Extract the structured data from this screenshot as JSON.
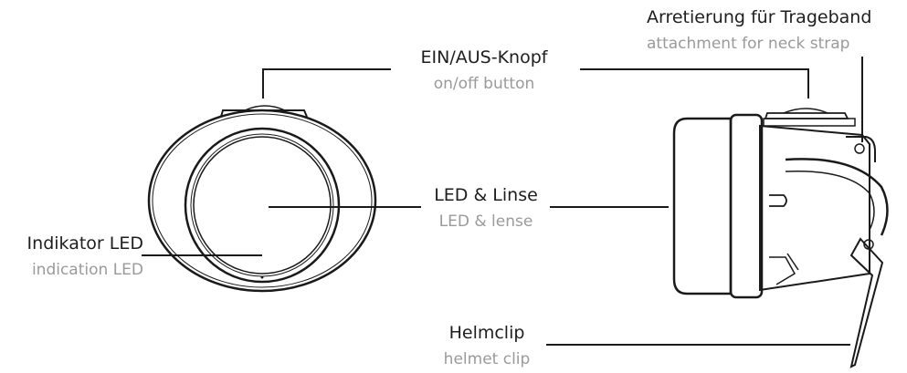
{
  "labels": {
    "strap": {
      "de": "Arretierung für Trageband",
      "en": "attachment for neck strap"
    },
    "button": {
      "de": "EIN/AUS-Knopf",
      "en": "on/off button"
    },
    "lens": {
      "de": "LED & Linse",
      "en": "LED & lense"
    },
    "indicator": {
      "de": "Indikator LED",
      "en": "indication LED"
    },
    "clip": {
      "de": "Helmclip",
      "en": "helmet clip"
    }
  },
  "colors": {
    "line": "#1a1a1a",
    "primary_text": "#1e1e1e",
    "secondary_text": "#9a9a9a"
  }
}
